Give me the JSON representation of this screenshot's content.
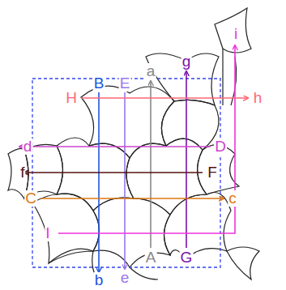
{
  "diagram": {
    "labels": [
      "B",
      "E",
      "a",
      "g",
      "i",
      "H",
      "h",
      "d",
      "D",
      "f",
      "F",
      "C",
      "c",
      "I",
      "b",
      "e",
      "A",
      "G"
    ]
  }
}
